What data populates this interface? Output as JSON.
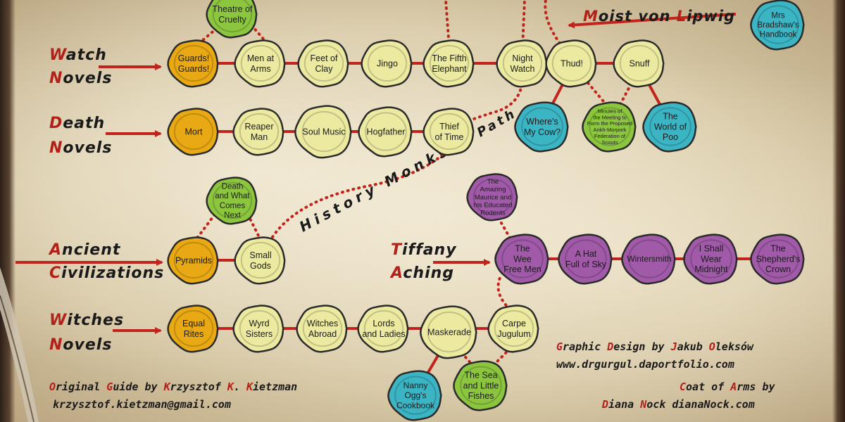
{
  "colors": {
    "gold": "#e8a914",
    "cream": "#eceaa0",
    "green": "#8cc63f",
    "teal": "#3bb5c4",
    "purple": "#a05aa8",
    "red_line": "#c0241c",
    "ink": "#1a1a1a"
  },
  "series_headings": {
    "watch": [
      "Watch",
      "Novels"
    ],
    "death": [
      "Death",
      "Novels"
    ],
    "ancient": [
      "Ancient",
      "Civilizations"
    ],
    "witches": [
      "Witches",
      "Novels"
    ],
    "tiffany": [
      "Tiffany",
      "Aching"
    ],
    "moist": "Moist von Lipwig"
  },
  "path_labels": {
    "history_monks": "History Monks",
    "path": "Path"
  },
  "nodes": {
    "theatre": "Theatre of|Cruelty",
    "guards": "Guards!|Guards!",
    "men_at_arms": "Men at|Arms",
    "feet_of_clay": "Feet of|Clay",
    "jingo": "Jingo",
    "fifth_elephant": "The Fifth|Elephant",
    "night_watch": "Night|Watch",
    "thud": "Thud!",
    "snuff": "Snuff",
    "bradshaw": "Mrs|Bradshaw's|Handbook",
    "mort": "Mort",
    "reaper_man": "Reaper|Man",
    "soul_music": "Soul Music",
    "hogfather": "Hogfather",
    "thief_of_time": "Thief|of Time",
    "wheres_my_cow": "Where's|My Cow?",
    "minutes": "Minutes of|the Meeting to|Form the Proposed|Ankh-Morpork|Federation of|Scouts",
    "world_of_poo": "The|World of|Poo",
    "death_and_what": "Death|and What|Comes|Next",
    "pyramids": "Pyramids",
    "small_gods": "Small|Gods",
    "amazing_maurice": "The|Amazing|Maurice and|his Educated|Rodents",
    "wee_free_men": "The|Wee|Free Men",
    "hat_full_of_sky": "A Hat|Full of Sky",
    "wintersmith": "Wintersmith",
    "i_shall_wear_midnight": "I Shall|Wear|Midnight",
    "shepherds_crown": "The|Shepherd's|Crown",
    "equal_rites": "Equal|Rites",
    "wyrd_sisters": "Wyrd|Sisters",
    "witches_abroad": "Witches|Abroad",
    "lords_and_ladies": "Lords|and Ladies",
    "maskerade": "Maskerade",
    "carpe_jugulum": "Carpe|Jugulum",
    "nanny_ogg": "Nanny|Ogg's|Cookbook",
    "sea_and_little_fishes": "The Sea|and Little|Fishes"
  },
  "credits": {
    "design": "Graphic Design by Jakub Oleksów",
    "design_url": "www.drgurgul.daportfolio.com",
    "guide": "Original Guide by Krzysztof K. Kietzman",
    "guide_email": "krzysztof.kietzman@gmail.com",
    "coat": "Coat of Arms by",
    "coat_name": "Diana Nock dianaNock.com"
  }
}
